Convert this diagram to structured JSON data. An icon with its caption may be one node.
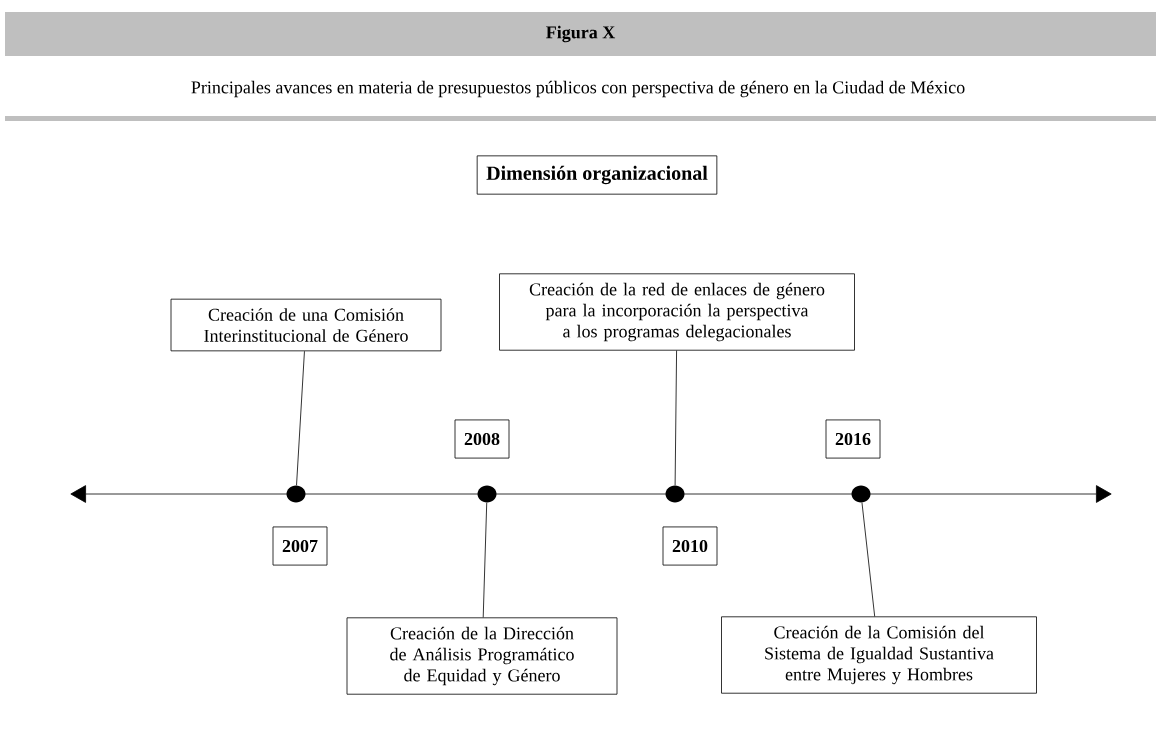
{
  "diagram": {
    "title": "Figura X",
    "caption": "Principales avances en materia de presupuestos públicos con perspectiva de género en la Ciudad de México",
    "nodes": [
      {
        "text": [
          "Dimensión organizacional"
        ]
      },
      {
        "text": [
          "Creación de una Comisión Interinstitucional de Género"
        ]
      },
      {
        "text": [
          "Creación de la red de enlaces de género para la incorporación la perspectiva a los programas delegacionales"
        ]
      },
      {
        "text": [
          "2008"
        ]
      },
      {
        "text": [
          "2016"
        ]
      },
      {
        "text": [],
        "shape": "circle"
      },
      {
        "text": [],
        "shape": "circle"
      },
      {
        "text": [],
        "shape": "circle"
      },
      {
        "text": [],
        "shape": "circle"
      },
      {
        "text": [
          "2007"
        ]
      },
      {
        "text": [
          "2010"
        ]
      },
      {
        "text": [
          "Creación de la Dirección de Análisis Programático de Equidad y Género"
        ]
      },
      {
        "text": [
          "Creación de la Comisión del Sistema de Igualdad Sustantiva entre Mujeres y Hombres"
        ]
      }
    ],
    "edges": [
      {
        "from": 1,
        "to": 5,
        "arrow": "none"
      },
      {
        "from": 2,
        "to": 7,
        "arrow": "none"
      },
      {
        "from": 6,
        "to": 11,
        "arrow": "none"
      },
      {
        "from": 8,
        "to": 12,
        "arrow": "none"
      }
    ]
  }
}
